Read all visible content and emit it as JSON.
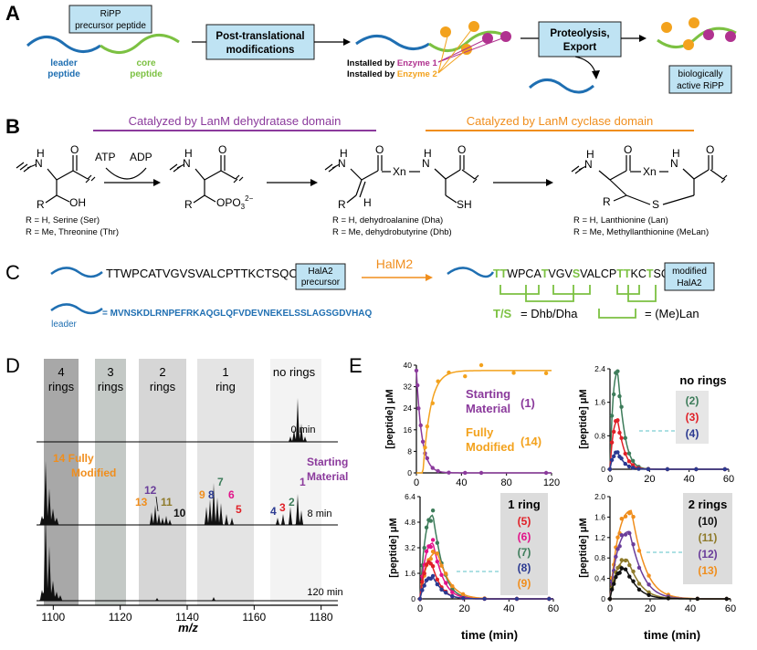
{
  "panelA": {
    "label": "A",
    "precursor_box": [
      "RiPP",
      "precursor peptide"
    ],
    "leader_label": [
      "leader",
      "peptide"
    ],
    "core_label": [
      "core",
      "peptide"
    ],
    "ptm_box": [
      "Post-translational",
      "modifications"
    ],
    "installed1_prefix": "Installed by ",
    "installed1_enzyme": "Enzyme 1",
    "installed2_prefix": "Installed by ",
    "installed2_enzyme": "Enzyme 2",
    "proteolysis_box": [
      "Proteolysis,",
      "Export"
    ],
    "active_box": [
      "biologically",
      "active RiPP"
    ]
  },
  "panelB": {
    "label": "B",
    "dehydratase_title": "Catalyzed by LanM dehydratase domain",
    "cyclase_title": "Catalyzed by LanM cyclase domain",
    "atp": "ATP",
    "adp": "ADP",
    "ser_lines": [
      "R = H, Serine (Ser)",
      "R = Me, Threonine (Thr)"
    ],
    "dha_lines": [
      "R = H, dehydroalanine (Dha)",
      "R = Me, dehydrobutyrine (Dhb)"
    ],
    "lan_lines": [
      "R = H, Lanthionine (Lan)",
      "R = Me, Methyllanthionine (MeLan)"
    ],
    "atoms": {
      "N": "N",
      "H": "H",
      "O": "O",
      "R": "R",
      "OH": "OH",
      "OPO3": "OPO",
      "Xn": "Xn",
      "S": "S",
      "SH": "SH"
    }
  },
  "panelC": {
    "label": "C",
    "sequence": "TTWPCATVGVSVALCPTTKCTSQC",
    "precursor_box": [
      "HalA2",
      "precursor"
    ],
    "enzyme": "HalM2",
    "modified_box": [
      "modified",
      "HalA2"
    ],
    "modified_sequence": [
      {
        "t": "TT",
        "g": true
      },
      {
        "t": "WPCA",
        "g": false
      },
      {
        "t": "T",
        "g": true
      },
      {
        "t": "VGV",
        "g": false
      },
      {
        "t": "S",
        "g": true
      },
      {
        "t": "VALCP",
        "g": false
      },
      {
        "t": "TT",
        "g": true
      },
      {
        "t": "KC",
        "g": false
      },
      {
        "t": "T",
        "g": true
      },
      {
        "t": "SQC",
        "g": false
      }
    ],
    "leader_label": "leader",
    "leader_sequence": "= MVNSKDLRNPEFRKAQGLQFVDEVNEKELSSLAGSGDVHAQ",
    "ts_key": "T/S",
    "ts_meaning": "= Dhb/Dha",
    "lan_meaning": "= (Me)Lan"
  },
  "panelD": {
    "label": "D",
    "ring_labels": [
      [
        "4",
        "rings"
      ],
      [
        "3",
        "rings"
      ],
      [
        "2",
        "rings"
      ],
      [
        "1",
        "ring"
      ],
      [
        "no rings",
        ""
      ]
    ],
    "time_labels": [
      "0 min",
      "8 min",
      "120 min"
    ],
    "x_ticks": [
      "1100",
      "1120",
      "1140",
      "1160",
      "1180"
    ],
    "xlabel": "m/z",
    "fully_modified": [
      "14 Fully",
      "Modified"
    ],
    "starting_material": [
      "Starting",
      "Material"
    ],
    "peak_numbers": [
      "1",
      "2",
      "3",
      "4",
      "5",
      "6",
      "7",
      "8",
      "9",
      "10",
      "11",
      "12",
      "13"
    ]
  },
  "panelE": {
    "label": "E",
    "ylabel": "[peptide] μM",
    "xlabel": "time (min)",
    "p1_key": [
      [
        "Starting",
        "Material",
        "(1)"
      ],
      [
        "Fully",
        "Modified",
        "(14)"
      ]
    ],
    "p2_title": "no rings",
    "p2_items": [
      "(2)",
      "(3)",
      "(4)"
    ],
    "p3_title": "1 ring",
    "p3_items": [
      "(5)",
      "(6)",
      "(7)",
      "(8)",
      "(9)"
    ],
    "p4_title": "2 rings",
    "p4_items": [
      "(10)",
      "(11)",
      "(12)",
      "(13)"
    ]
  },
  "colors": {
    "blue": "#1f6fb2",
    "green": "#7cc142",
    "magenta": "#b0328f",
    "orange": "#f3a21d",
    "purple": "#8b3a9c",
    "violet": "#6a3d9a",
    "red": "#e02027",
    "pink": "#e2138a",
    "teal": "#3d7c5a",
    "navy": "#2b3a91",
    "gold": "#f08e1d",
    "olive": "#8e7a2a",
    "black": "#111111",
    "boxfill": "#bfe3f3",
    "lightteal": "#5bc2c7"
  }
}
